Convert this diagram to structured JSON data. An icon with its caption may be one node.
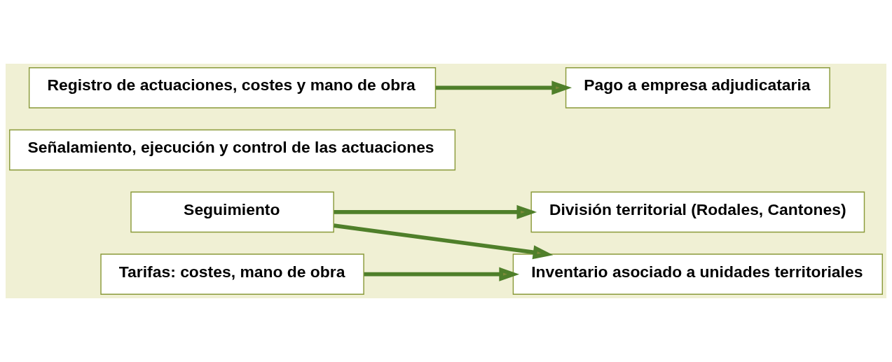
{
  "diagram": {
    "nodes": [
      {
        "text": [
          "División territorial (Rodales, Cantones)"
        ]
      },
      {
        "text": [
          "Inventario asociado a unidades territoriales"
        ]
      },
      {
        "text": [
          "Señalamiento, ejecución y control de las actuaciones"
        ]
      },
      {
        "text": [
          "Registro de actuaciones, costes y mano de obra"
        ]
      },
      {
        "text": [
          "Seguimiento"
        ]
      },
      {
        "text": [
          "Tarifas: costes, mano de obra"
        ]
      },
      {
        "text": [
          "Pago a empresa adjudicataria"
        ]
      }
    ],
    "edges": [
      {
        "from": 4,
        "to": 0,
        "arrow": "to"
      },
      {
        "from": 4,
        "to": 1,
        "arrow": "to"
      },
      {
        "from": 5,
        "to": 1,
        "arrow": "to"
      },
      {
        "from": 3,
        "to": 6,
        "arrow": "to"
      }
    ]
  }
}
